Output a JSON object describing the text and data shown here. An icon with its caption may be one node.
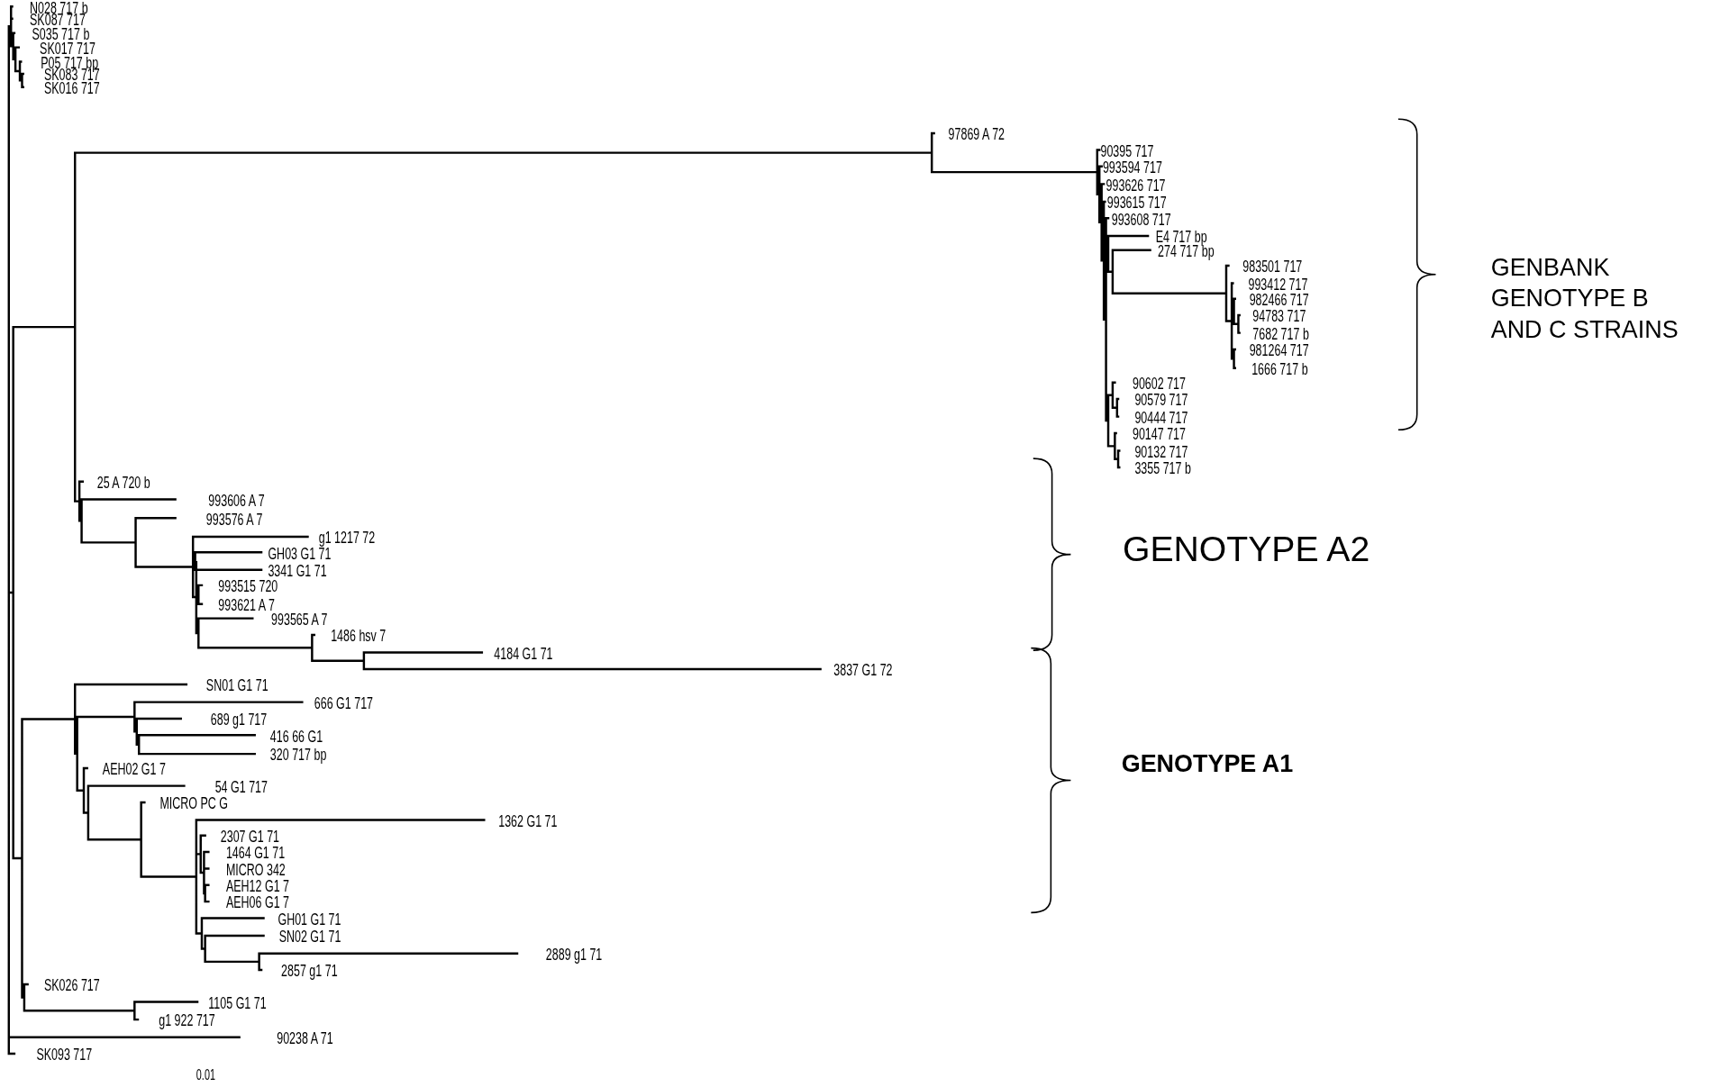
{
  "diagram": {
    "labels": [
      "N028 717 b",
      "SK087 717",
      "S035 717 b",
      "SK017 717",
      "P05 717 bp",
      "SK083 717",
      "SK016 717",
      "97869 A 72",
      "90395 717",
      "993594 717",
      "993626 717",
      "993615 717",
      "993608 717",
      "E4 717 bp",
      "274 717 bp",
      "983501 717",
      "993412 717",
      "982466 717",
      "94783 717",
      "7682 717 b",
      "981264 717",
      "1666 717 b",
      "90602 717",
      "90579 717",
      "90444 717",
      "90147 717",
      "90132 717",
      "3355 717 b",
      "25 A 720 b",
      "993606 A 7",
      "993576 A 7",
      "g1 1217 72",
      "GH03 G1 71",
      "3341 G1 71",
      "993515 720",
      "993621 A 7",
      "993565 A 7",
      "1486 hsv 7",
      "4184 G1 71",
      "3837 G1 72",
      "SN01 G1 71",
      "666 G1 717",
      "689 g1 717",
      "416 66 G1",
      "320 717 bp",
      "AEH02 G1 7",
      "54 G1 717",
      "MICRO PC G",
      "1362 G1 71",
      "2307 G1 71",
      "1464 G1 71",
      "MICRO 342",
      "AEH12 G1 7",
      "AEH06 G1 7",
      "GH01 G1 71",
      "SN02 G1 71",
      "2889 g1 71",
      "2857 g1 71",
      "SK026 717",
      "1105 G1 71",
      "g1 922 717",
      "90238 A 71",
      "SK093 717",
      "GENBANK GENOTYPE B AND C STRAINS",
      "GENOTYPE A2",
      "GENOTYPE A1",
      "0.01"
    ]
  }
}
